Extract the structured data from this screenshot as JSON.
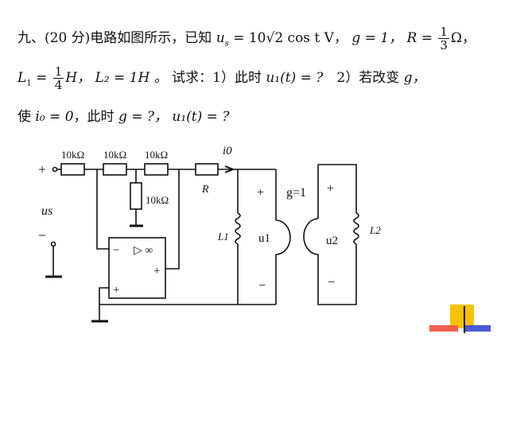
{
  "problem": {
    "line1": {
      "prefix": "九、(20 分)电路如图所示，已知 ",
      "us_sym": "u",
      "us_sub": "s",
      "us_eq": " = 10√2 cos t V，",
      "g_eq": "g = 1，",
      "R_eq": "R = ",
      "R_num": "1",
      "R_den": "3",
      "R_unit": "Ω，"
    },
    "line2": {
      "L1_sym": "L",
      "L1_sub": "1",
      "L1_eq": " = ",
      "L1_num": "1",
      "L1_den": "4",
      "L1_unit": "H，",
      "L2_eq": " L₂ = 1H 。",
      "ask1": " 试求：1）此时 ",
      "u1_expr": "u₁(t) = ?",
      "ask2": "　2）若改变 ",
      "g": "g，"
    },
    "line3": {
      "prefix": "使 ",
      "i0_eq": "i₀ = 0",
      "mid": "，此时 ",
      "g_eq": "g = ?，",
      "u1_expr": " u₁(t) = ?"
    }
  },
  "circuit": {
    "r1": "10kΩ",
    "r2": "10kΩ",
    "r3": "10kΩ",
    "r4": "10kΩ",
    "R": "R",
    "i0": "i0",
    "us": "us",
    "plus": "+",
    "minus": "−",
    "opamp": "▷ ∞",
    "L1": "L1",
    "L2": "L2",
    "u1": "u1",
    "u2": "u2",
    "gyrator": "g=1"
  }
}
